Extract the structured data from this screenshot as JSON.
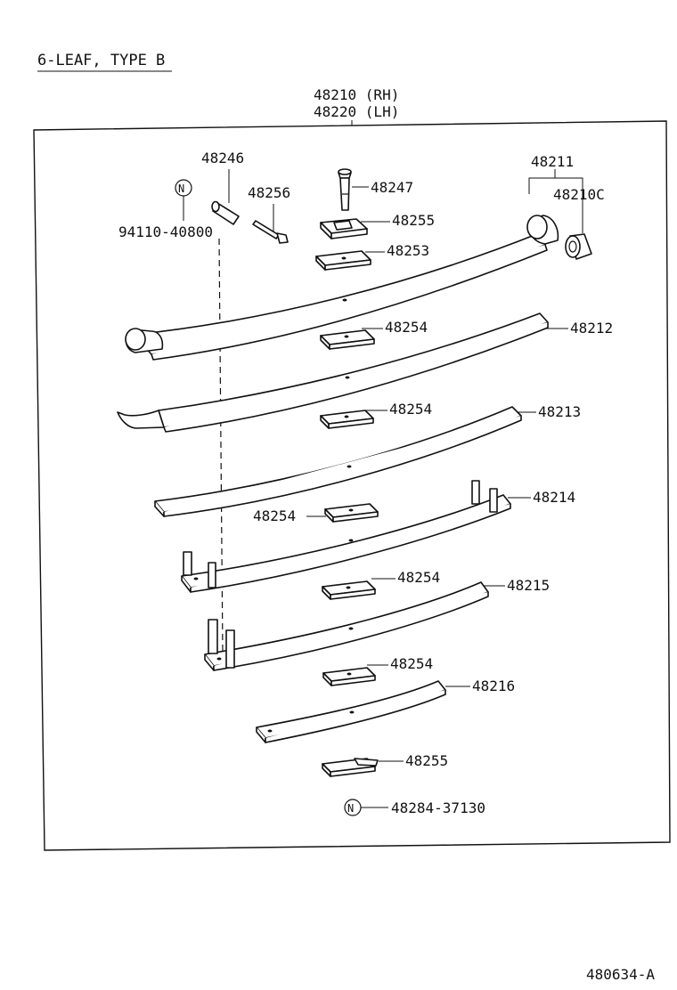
{
  "header": {
    "title": "6-LEAF, TYPE B",
    "assembly_rh": "48210 (RH)",
    "assembly_lh": "48220 (LH)"
  },
  "parts": {
    "p48246": "48246",
    "p48256": "48256",
    "p48247": "48247",
    "p48211": "48211",
    "p48210c": "48210C",
    "p48255_top": "48255",
    "p48253": "48253",
    "p94110": "94110-40800",
    "p48254_a": "48254",
    "p48212": "48212",
    "p48254_b": "48254",
    "p48213": "48213",
    "p48214": "48214",
    "p48254_c": "48254",
    "p48215": "48215",
    "p48254_d": "48254",
    "p48254_e": "48254",
    "p48216": "48216",
    "p48255_bottom": "48255",
    "p48284": "48284-37130"
  },
  "symbols": {
    "n_mark_top": "N",
    "n_mark_bottom": "N"
  },
  "footer": {
    "ref_code": "480634-A"
  }
}
